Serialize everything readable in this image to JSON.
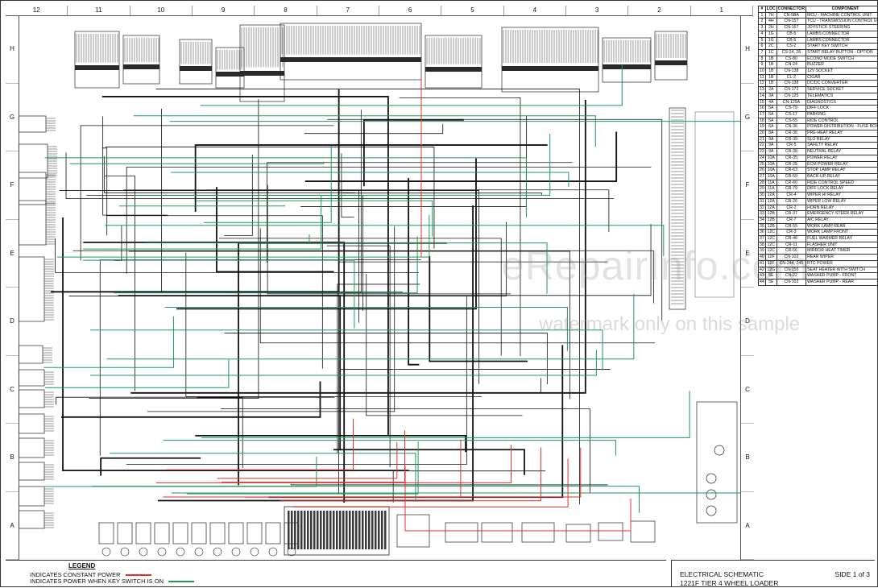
{
  "zones": {
    "columns": [
      "12",
      "11",
      "10",
      "9",
      "8",
      "7",
      "6",
      "5",
      "4",
      "3",
      "2",
      "1"
    ],
    "rows": [
      "H",
      "G",
      "F",
      "E",
      "D",
      "C",
      "B",
      "A"
    ]
  },
  "colors": {
    "constant_power": "#e0302a",
    "switched_power": "#1b9a58",
    "wire": "#111111"
  },
  "legend": {
    "title": "LEGEND",
    "constant": "INDICATES CONSTANT POWER",
    "switched": "INDICATES POWER WHEN KEY SWITCH IS ON"
  },
  "title_block": {
    "line1": "ELECTRICAL SCHEMATIC",
    "line2": "1221F TIER 4 WHEEL LOADER",
    "side": "SIDE 1 of 3"
  },
  "component_table": {
    "headers": [
      "#",
      "LOC",
      "CONNECTOR",
      "COMPONENT"
    ],
    "rows": [
      [
        "1",
        "7H",
        "CN-5BA",
        "MCU - MACHINE CONTROL UNIT"
      ],
      [
        "2",
        "4H",
        "CN-157",
        "TCU - TRANSMISSION CONTROL UNIT"
      ],
      [
        "3",
        "2H",
        "CN-167",
        "JOYSTICK STEERING"
      ],
      [
        "4",
        "1G",
        "CB-5",
        "LAMBS CONNECTOR"
      ],
      [
        "5",
        "1G",
        "CB-5",
        "LAMBS CONNECTOR"
      ],
      [
        "6",
        "2C",
        "CS-2",
        "START KEY SWITCH"
      ],
      [
        "7",
        "1C",
        "CS-24, 28",
        "START RELAY BUTTON - OPTION"
      ],
      [
        "8",
        "1B",
        "CS-80",
        "ECONO MODE SWITCH"
      ],
      [
        "9",
        "1B",
        "CN-24",
        "BUZZER"
      ],
      [
        "10",
        "1B",
        "CN-138",
        "12V SOCKET"
      ],
      [
        "11",
        "1B",
        "CL-2",
        "CIGAR"
      ],
      [
        "12",
        "1B",
        "CN-138",
        "DC/DC CONVERTER"
      ],
      [
        "13",
        "2A",
        "CN-172",
        "SERVICE SOCKET"
      ],
      [
        "14",
        "3A",
        "CN-125",
        "TELEMATICS"
      ],
      [
        "15",
        "4A",
        "CN-125A",
        "DIAGNOSTICS"
      ],
      [
        "16",
        "5A",
        "CS-79",
        "DIFF LOCK"
      ],
      [
        "17",
        "5A",
        "CS-17",
        "PARKING"
      ],
      [
        "18",
        "5A",
        "CS-55",
        "RIDE CONTROL"
      ],
      [
        "19",
        "6A",
        "CN-36",
        "POWER DISTRIBUTION - FUSE BOX"
      ],
      [
        "20",
        "8A",
        "CR-36",
        "PRE-HEAT RELAY"
      ],
      [
        "21",
        "9A",
        "CR-39",
        "SLO RELAY"
      ],
      [
        "22",
        "9A",
        "CR-5",
        "SAFETY RELAY"
      ],
      [
        "23",
        "9A",
        "CR-38",
        "NEUTRAL RELAY"
      ],
      [
        "24",
        "10A",
        "CR-35",
        "POWER RELAY"
      ],
      [
        "25",
        "10A",
        "CR-25",
        "ECM POWER RELAY"
      ],
      [
        "26",
        "10A",
        "CR-63",
        "STOP LAMP RELAY"
      ],
      [
        "27",
        "10A",
        "CR-59",
        "BACK-UP RELAY"
      ],
      [
        "28",
        "11A",
        "CR-60",
        "RIDE CONTROL SPEED"
      ],
      [
        "29",
        "11A",
        "CR-79",
        "DIFF LOCK RELAY"
      ],
      [
        "30",
        "12A",
        "CR-4",
        "WIPER HI RELAY"
      ],
      [
        "31",
        "12A",
        "CR-26",
        "WIPER LOW RELAY"
      ],
      [
        "32",
        "12A",
        "CR-2",
        "HORN RELAY"
      ],
      [
        "33",
        "12B",
        "CR-37",
        "EMERGENCY STEER RELAY"
      ],
      [
        "34",
        "12B",
        "CR-7",
        "A/C RELAY"
      ],
      [
        "35",
        "12B",
        "CR-55",
        "WORK LAMP REAR"
      ],
      [
        "36",
        "12C",
        "CR-3",
        "WORK LAMP FRONT"
      ],
      [
        "37",
        "12C",
        "CR-46",
        "FUEL WARMER RELAY"
      ],
      [
        "38",
        "12C",
        "CR-11",
        "FLASHER UNIT"
      ],
      [
        "39",
        "12C",
        "CR-56",
        "MIRROR HEAT TIMER"
      ],
      [
        "40",
        "12F",
        "CN-102",
        "REAR WIPER"
      ],
      [
        "41",
        "12F",
        "CN-244, 245",
        "RTC POWER"
      ],
      [
        "42",
        "12G",
        "CN-156",
        "SEAT HEATER WITH SWITCH"
      ],
      [
        "43",
        "5E",
        "CN-22",
        "WASHER PUMP - FRONT"
      ],
      [
        "44",
        "5E",
        "CN-103",
        "WASHER PUMP - REAR"
      ]
    ]
  },
  "watermark": {
    "line1": "eRepairInfo.com",
    "line2": "watermark only on this sample"
  }
}
